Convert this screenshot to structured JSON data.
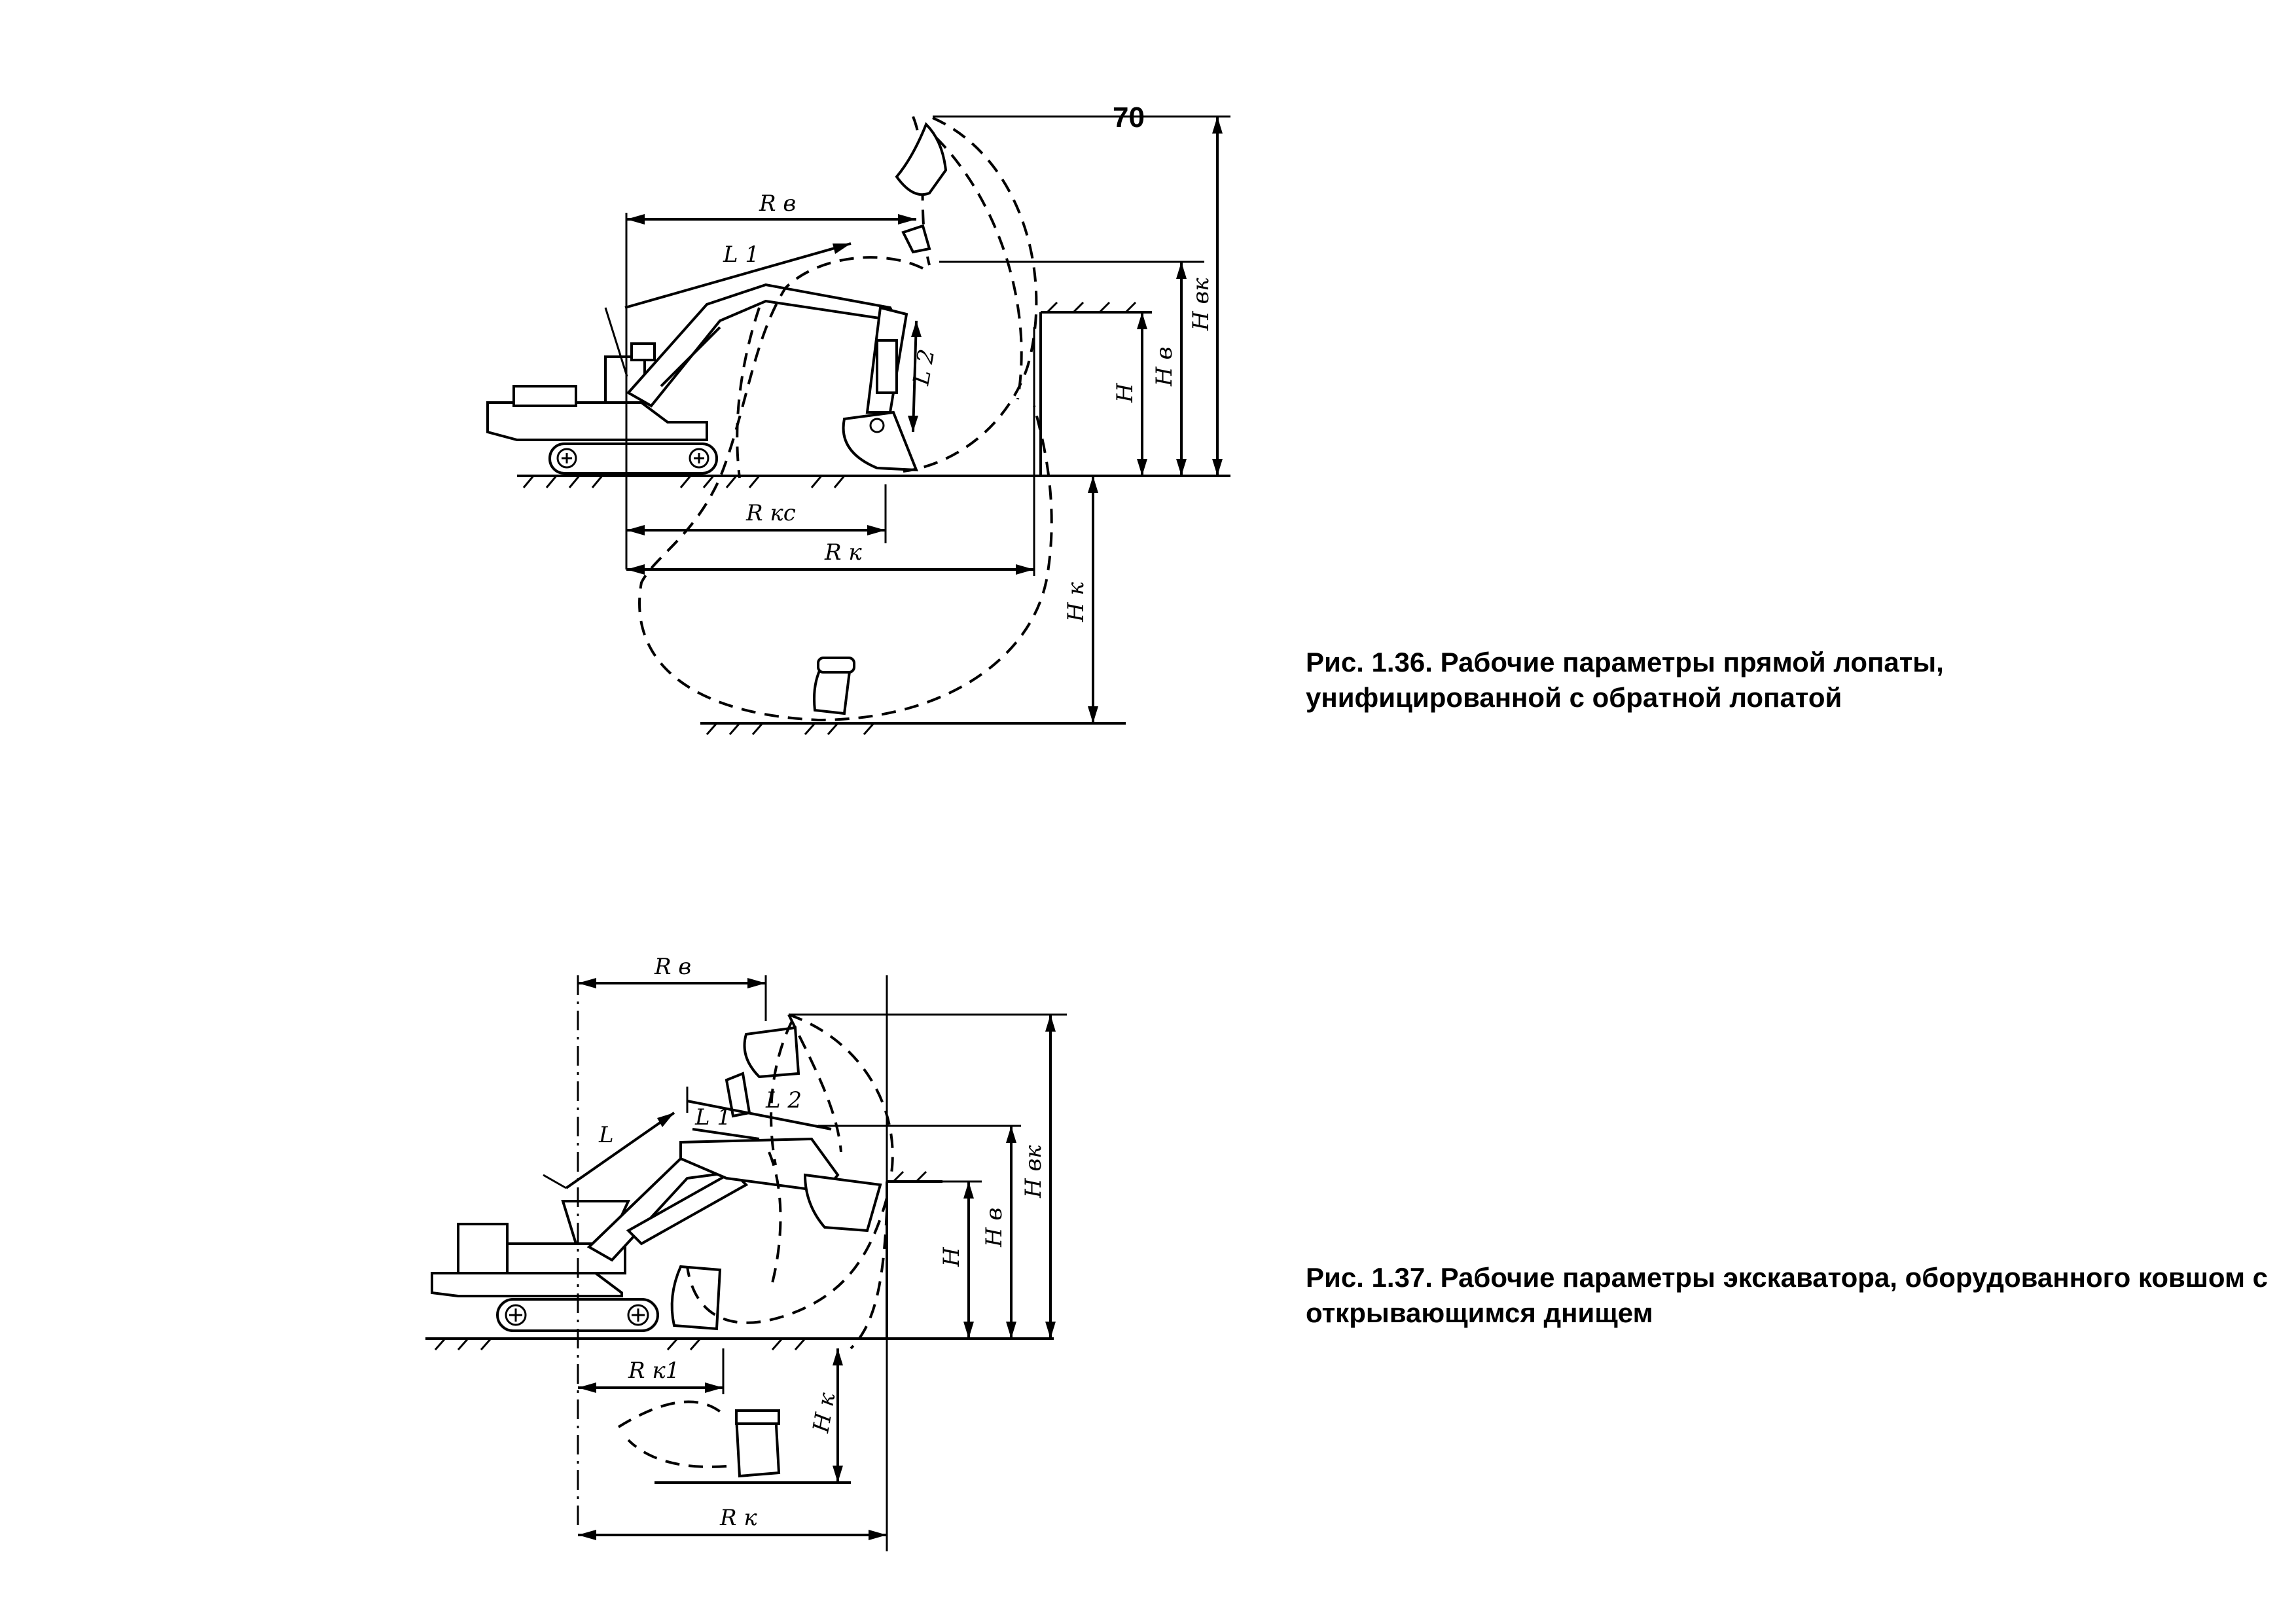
{
  "page_number": "70",
  "figures": [
    {
      "caption": "Рис. 1.36. Рабочие параметры прямой лопаты, унифицированной с обратной лопатой",
      "labels": {
        "Rv": "R в",
        "L1": "L 1",
        "L2": "L 2",
        "Rkc": "R кс",
        "Rk": "R к",
        "H": "H",
        "Hv": "H в",
        "Hvk": "H вк",
        "Hk": "H к"
      }
    },
    {
      "caption": "Рис. 1.37. Рабочие параметры экскаватора, оборудованного ковшом с открывающимся днищем",
      "labels": {
        "Rv": "R в",
        "L": "L",
        "L1": "L 1",
        "L2": "L 2",
        "H": "H",
        "Hv": "H в",
        "Hvk": "H вк",
        "Rk1": "R к1",
        "Hk": "H к",
        "Rk": "R к"
      }
    }
  ]
}
